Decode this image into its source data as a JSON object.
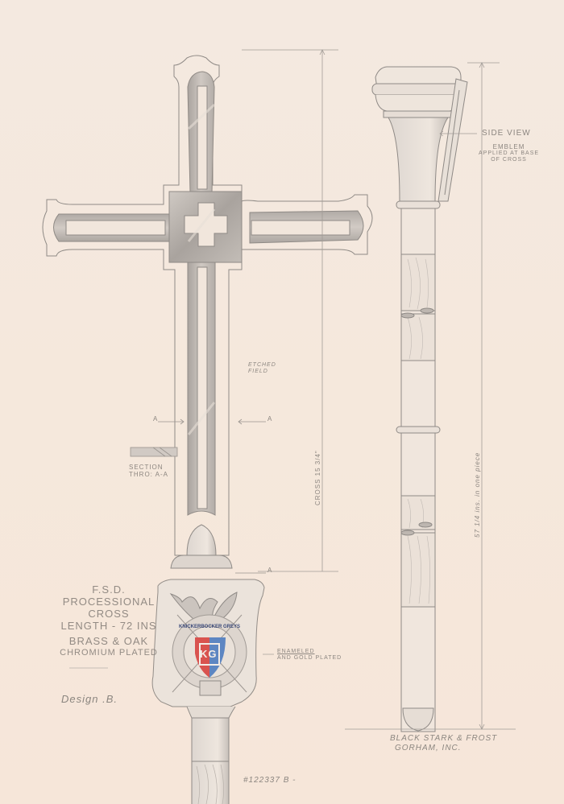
{
  "drawing": {
    "title": "Processional Cross Design Drawing",
    "views": [
      "front view",
      "side view"
    ],
    "colors": {
      "paper": "#f4e9e0",
      "pencil": "#8f8a86",
      "shade": "#b8b2ad",
      "enamel_red": "#d9534f",
      "enamel_blue": "#5d86c2"
    }
  },
  "spec_block": {
    "line1": "F.S.D.",
    "line2": "PROCESSIONAL",
    "line3": "CROSS",
    "line4": "LENGTH - 72 INS",
    "line5": "BRASS & OAK",
    "line6": "CHROMIUM PLATED"
  },
  "design_label": "Design .B.",
  "section": {
    "label1": "SECTION",
    "label2": "THRO: A-A",
    "marker": "A"
  },
  "annotations": {
    "etched_field_1": "ETCHED",
    "etched_field_2": "FIELD",
    "cross_dimension": "CROSS 15 3/4\"",
    "overall_dimension": "57 1/4 ins. in one piece",
    "side_view": "SIDE VIEW",
    "emblem_1": "EMBLEM",
    "emblem_2": "APPLIED AT BASE",
    "emblem_3": "OF CROSS",
    "enameled_1": "ENAMELED",
    "enameled_2": "AND GOLD PLATED"
  },
  "emblem": {
    "ribbon_text": "KNICKERBOCKER GREYS",
    "monogram": "KG"
  },
  "maker": {
    "line1": "BLACK STARK & FROST",
    "line2": "GORHAM, INC."
  },
  "catalog_number": "#122337 B -"
}
